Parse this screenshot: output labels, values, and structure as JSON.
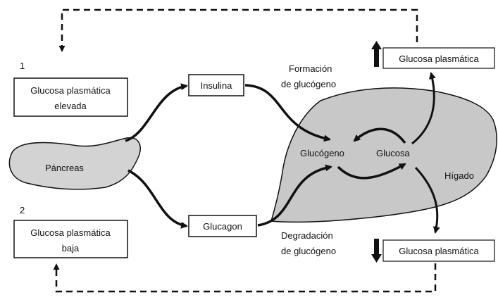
{
  "labels": {
    "step1": "1",
    "step2": "2",
    "box_high_line1": "Glucosa plasmática",
    "box_high_line2": "elevada",
    "box_low_line1": "Glucosa plasmática",
    "box_low_line2": "baja",
    "pancreas": "Páncreas",
    "insulina": "Insulina",
    "glucagon": "Glucagon",
    "formacion_line1": "Formación",
    "formacion_line2": "de glucógeno",
    "degradacion_line1": "Degradación",
    "degradacion_line2": "de glucógeno",
    "glucogeno": "Glucógeno",
    "glucosa": "Glucosa",
    "higado": "Hígado",
    "plasma_up": "Glucosa plasmática",
    "plasma_down": "Glucosa plasmática"
  },
  "colors": {
    "organ_fill": "#c8c8c8",
    "pancreas_fill": "#d3d3d3",
    "stroke": "#111111",
    "box_fill": "#ffffff"
  },
  "icons": {
    "up": "up-arrow-icon",
    "down": "down-arrow-icon"
  }
}
